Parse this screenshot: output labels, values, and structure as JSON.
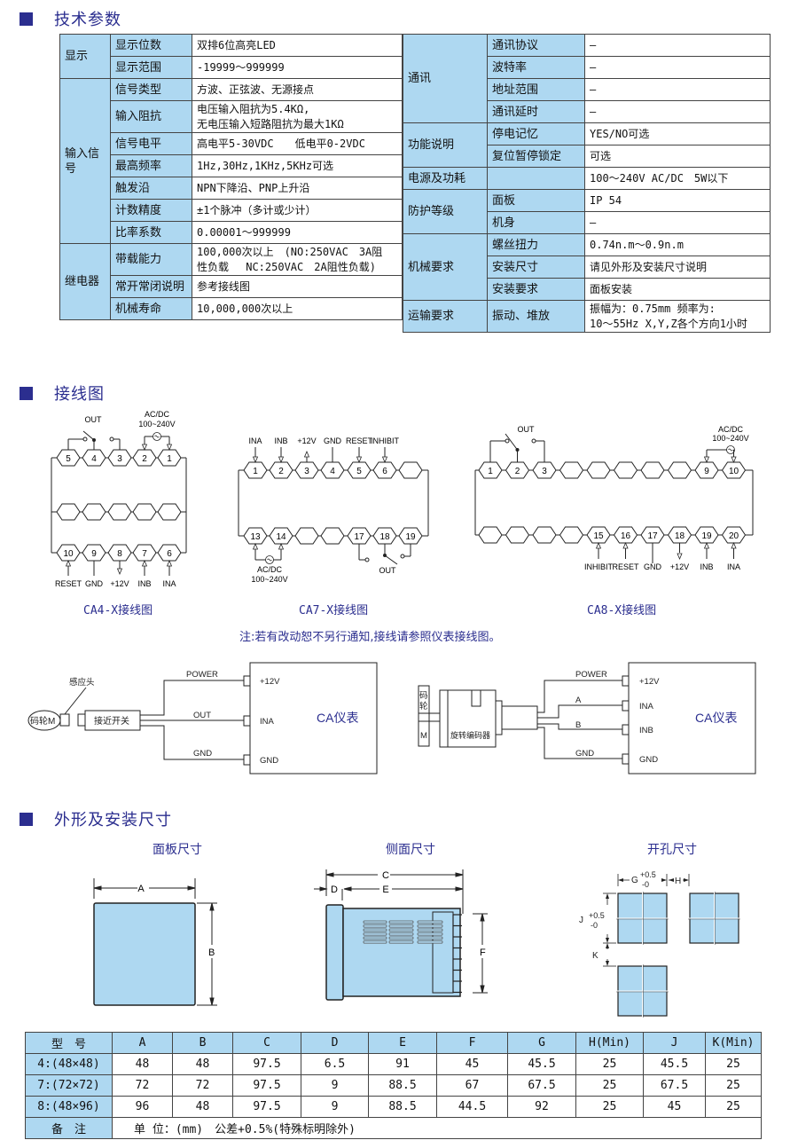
{
  "sections": {
    "tech": "技术参数",
    "wiring": "接线图",
    "dims": "外形及安装尺寸"
  },
  "spec_left": [
    {
      "group": "显示",
      "rows": [
        {
          "label": "显示位数",
          "value": "双排6位高亮LED"
        },
        {
          "label": "显示范围",
          "value": "-19999～999999"
        }
      ]
    },
    {
      "group": "输入信号",
      "rows": [
        {
          "label": "信号类型",
          "value": "方波、正弦波、无源接点"
        },
        {
          "label": "输入阻抗",
          "value": "电压输入阻抗为5.4KΩ,",
          "value2": "无电压输入短路阻抗为最大1KΩ"
        },
        {
          "label": "信号电平",
          "value": "高电平5-30VDC　　低电平0-2VDC"
        },
        {
          "label": "最高频率",
          "value": "1Hz,30Hz,1KHz,5KHz可选"
        },
        {
          "label": "触发沿",
          "value": "NPN下降沿、PNP上升沿"
        },
        {
          "label": "计数精度",
          "value": "±1个脉冲（多计或少计）"
        },
        {
          "label": "比率系数",
          "value": "0.00001～999999"
        }
      ]
    },
    {
      "group": "继电器",
      "rows": [
        {
          "label": "带载能力",
          "value": "100,000次以上　(NO:250VAC　3A阻",
          "value2": "性负载　 NC:250VAC　2A阻性负载)"
        },
        {
          "label": "常开常闭说明",
          "value": "参考接线图"
        },
        {
          "label": "机械寿命",
          "value": "10,000,000次以上"
        }
      ]
    }
  ],
  "spec_right": [
    {
      "group": "通讯",
      "rows": [
        {
          "label": "通讯协议",
          "value": "—"
        },
        {
          "label": "波特率",
          "value": "—"
        },
        {
          "label": "地址范围",
          "value": "—"
        },
        {
          "label": "通讯延时",
          "value": "—"
        }
      ]
    },
    {
      "group": "功能说明",
      "rows": [
        {
          "label": "停电记忆",
          "value": "YES/NO可选"
        },
        {
          "label": "复位暂停锁定",
          "value": "可选"
        }
      ]
    },
    {
      "group": "电源及功耗",
      "rows": [
        {
          "label": "",
          "value": "100～240V AC/DC　5W以下"
        }
      ]
    },
    {
      "group": "防护等级",
      "rows": [
        {
          "label": "面板",
          "value": "IP 54"
        },
        {
          "label": "机身",
          "value": "—"
        }
      ]
    },
    {
      "group": "机械要求",
      "rows": [
        {
          "label": "螺丝扭力",
          "value": "0.74n.m～0.9n.m"
        },
        {
          "label": "安装尺寸",
          "value": "请见外形及安装尺寸说明"
        },
        {
          "label": "安装要求",
          "value": "面板安装"
        }
      ]
    },
    {
      "group": "运输要求",
      "rows": [
        {
          "label": "振动、堆放",
          "value": "振幅为：0.75mm 频率为:",
          "value2": "10～55Hz X,Y,Z各个方向1小时"
        }
      ]
    }
  ],
  "wiring": {
    "ca4": {
      "caption": "CA4-X接线图",
      "top_pins": [
        "5",
        "4",
        "3",
        "2",
        "1"
      ],
      "bottom_pins": [
        "10",
        "9",
        "8",
        "7",
        "6"
      ],
      "bottom_labels": [
        "RESET",
        "GND",
        "+12V",
        "INB",
        "INA"
      ],
      "out_label": "OUT",
      "power_label1": "AC/DC",
      "power_label2": "100~240V"
    },
    "ca7": {
      "caption": "CA7-X接线图",
      "top_pins": [
        "1",
        "2",
        "3",
        "4",
        "5",
        "6",
        ""
      ],
      "top_labels": [
        "INA",
        "INB",
        "+12V",
        "GND",
        "RESET",
        "INHIBIT"
      ],
      "bottom_pins": [
        "13",
        "14",
        "",
        "",
        "17",
        "18",
        "19"
      ],
      "out_label": "OUT",
      "power_label1": "AC/DC",
      "power_label2": "100~240V"
    },
    "ca8": {
      "caption": "CA8-X接线图",
      "top_pins": [
        "1",
        "2",
        "3",
        "",
        "",
        "",
        "",
        "",
        "9",
        "10"
      ],
      "bottom_pins": [
        "",
        "",
        "",
        "",
        "15",
        "16",
        "17",
        "18",
        "19",
        "20"
      ],
      "bottom_labels": [
        "INHIBIT",
        "RESET",
        "GND",
        "+12V",
        "INB",
        "INA"
      ],
      "out_label": "OUT",
      "power_label1": "AC/DC",
      "power_label2": "100~240V"
    },
    "note": "注:若有改动恕不另行通知,接线请参照仪表接线图。",
    "prox": {
      "sensor_head": "感应头",
      "wheel": "码轮M",
      "switch": "接近开关",
      "power": "POWER",
      "out": "OUT",
      "gnd": "GND",
      "pin1": "+12V",
      "pin2": "INA",
      "pin3": "GND",
      "meter": "CA仪表"
    },
    "encoder": {
      "wheel_top": "码",
      "wheel_bot": "轮",
      "motor": "M",
      "encoder": "旋转编码器",
      "power": "POWER",
      "a": "A",
      "b": "B",
      "gnd": "GND",
      "pin1": "+12V",
      "pin2": "INA",
      "pin3": "INB",
      "pin4": "GND",
      "meter": "CA仪表"
    }
  },
  "dims": {
    "panel_title": "面板尺寸",
    "side_title": "侧面尺寸",
    "cutout_title": "开孔尺寸",
    "labels": {
      "A": "A",
      "B": "B",
      "C": "C",
      "D": "D",
      "E": "E",
      "F": "F",
      "G": "G",
      "H": "H",
      "J": "J",
      "K": "K",
      "tol_plus": "+0.5",
      "tol_minus": "-0"
    },
    "table": {
      "headers": [
        "型　号",
        "A",
        "B",
        "C",
        "D",
        "E",
        "F",
        "G",
        "H(Min)",
        "J",
        "K(Min)"
      ],
      "rows": [
        [
          "4:(48×48)",
          "48",
          "48",
          "97.5",
          "6.5",
          "91",
          "45",
          "45.5",
          "25",
          "45.5",
          "25"
        ],
        [
          "7:(72×72)",
          "72",
          "72",
          "97.5",
          "9",
          "88.5",
          "67",
          "67.5",
          "25",
          "67.5",
          "25"
        ],
        [
          "8:(48×96)",
          "96",
          "48",
          "97.5",
          "9",
          "88.5",
          "44.5",
          "92",
          "25",
          "45",
          "25"
        ]
      ],
      "remark_label": "备　注",
      "remark": "单 位：(mm)　公差+0.5%(特殊标明除外)"
    }
  },
  "colors": {
    "brand": "#2b2e8f",
    "cell": "#aed8f1"
  }
}
